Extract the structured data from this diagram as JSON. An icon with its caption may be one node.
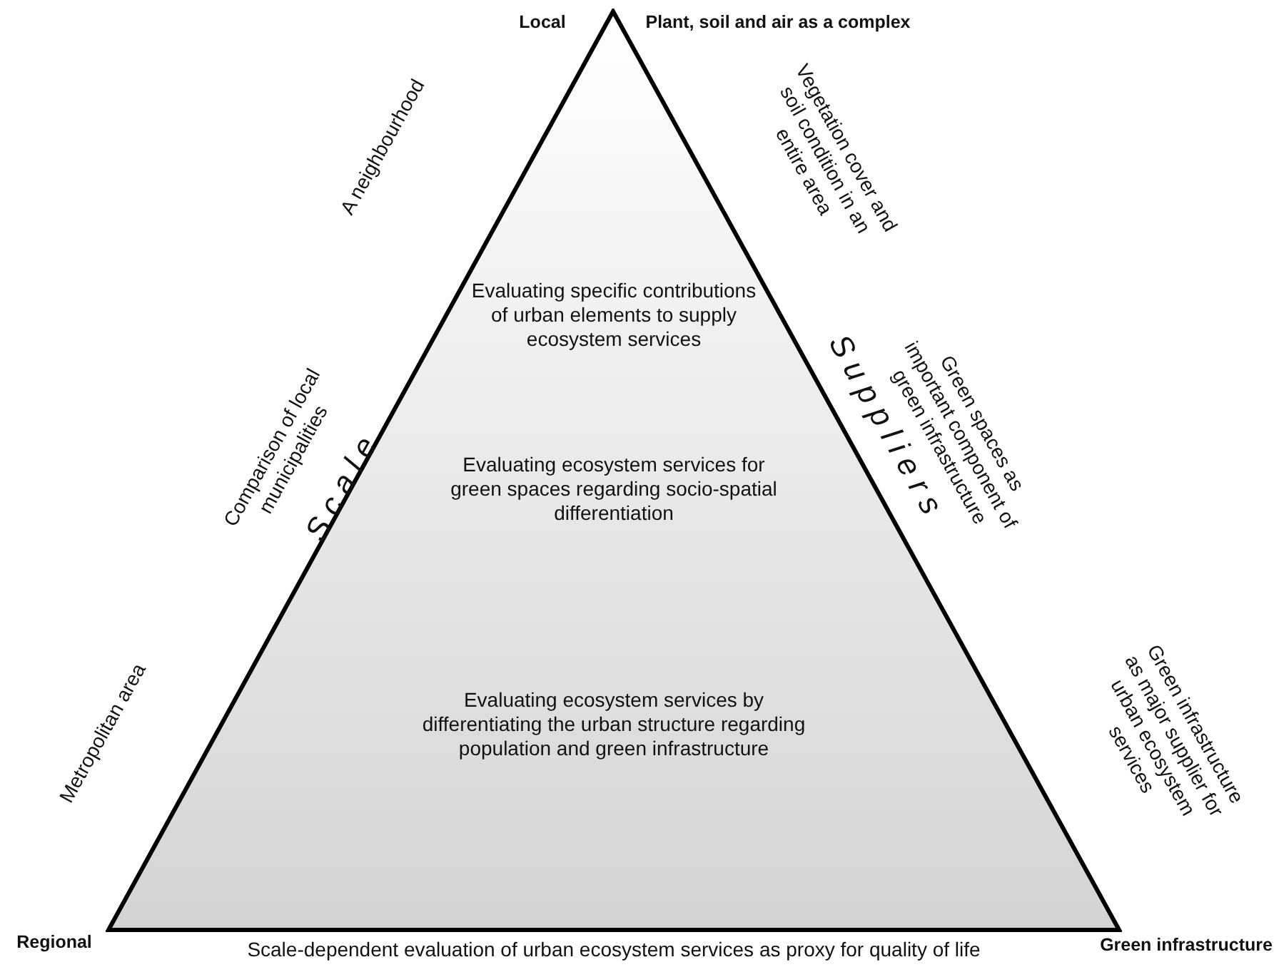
{
  "diagram": {
    "caption": "Scale-dependent evaluation of urban ecosystem services as proxy for quality of life",
    "nodes": [
      {
        "text": [
          "Evaluating specific contributions of urban elements to supply ecosystem services",
          "Evaluating ecosystem services for green spaces regarding socio-spatial differentiation",
          "Evaluating ecosystem services by differentiating the urban structure regarding population and green infrastructure"
        ]
      }
    ],
    "edges": [],
    "labels": [
      "Local",
      "Plant, soil and air as a complex",
      "A neighbourhood",
      "Vegetation cover and soil condition in an entire area",
      "Comparison of local municipalities",
      "Scale",
      "Suppliers",
      "Green spaces as important component of green infrastructure",
      "Metropolitan area",
      "Green infrastructure as major supplier for urban ecosystem services",
      "Regional",
      "Green infrastructure"
    ]
  }
}
